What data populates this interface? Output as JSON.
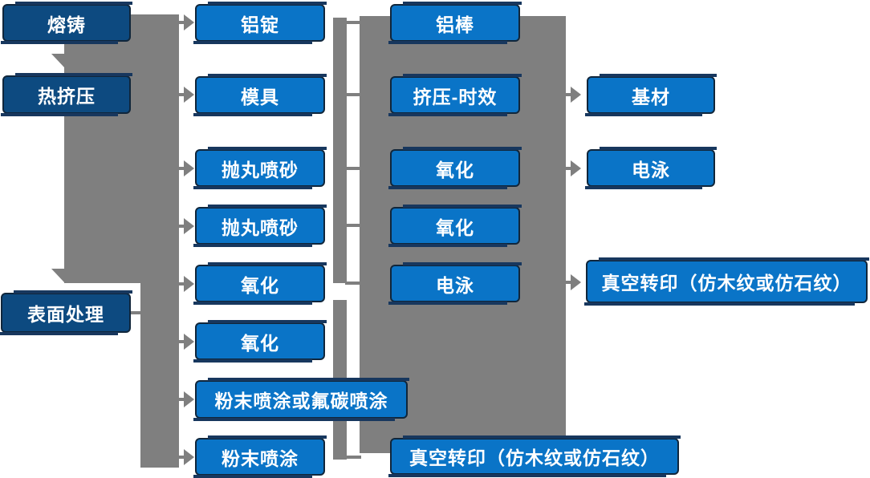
{
  "diagram": {
    "stage_column": [
      "熔铸",
      "热挤压",
      "表面处理"
    ],
    "process_column": [
      "铝锭",
      "模具",
      "抛丸喷砂",
      "抛丸喷砂",
      "氧化",
      "氧化",
      "粉末喷涂或氟碳喷涂",
      "粉末喷涂"
    ],
    "product_column": [
      "铝棒",
      "挤压-时效",
      "氧化",
      "氧化",
      "电泳",
      "真空转印（仿木纹或仿石纹）"
    ],
    "finish_column": [
      "基材",
      "电泳",
      "真空转印（仿木纹或仿石纹）"
    ],
    "colors": {
      "stage_fill": "#0d4a80",
      "process_fill": "#0a74c7",
      "connector_gray": "#7f7f7f",
      "node_border": "#10263b",
      "node_shadow": "#17375e",
      "node_text": "#ffffff",
      "background": "#ffffff"
    }
  }
}
